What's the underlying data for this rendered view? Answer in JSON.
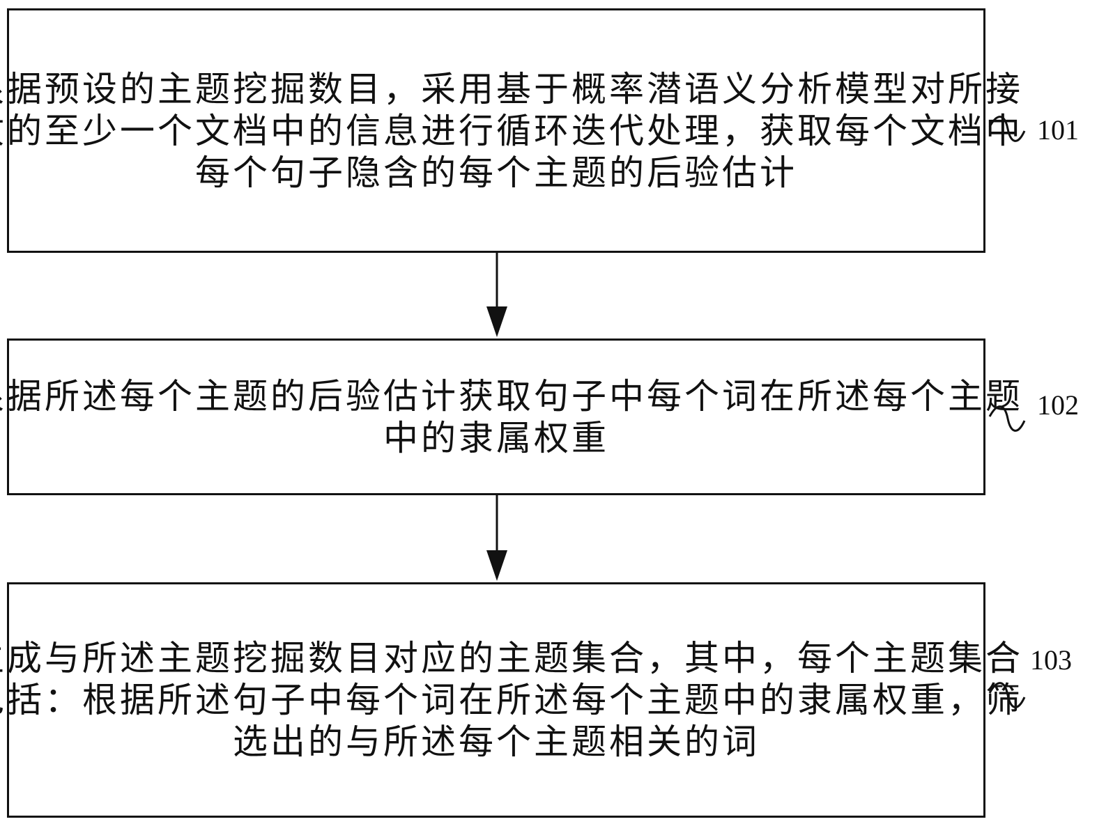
{
  "steps": [
    {
      "id": "101",
      "lines": [
        "根据预设的主题挖掘数目，采用基于概率潜语义分析模型对所接",
        "收的至少一个文档中的信息进行循环迭代处理，获取每个文档中",
        "每个句子隐含的每个主题的后验估计"
      ]
    },
    {
      "id": "102",
      "lines": [
        "根据所述每个主题的后验估计获取句子中每个词在所述每个主题",
        "中的隶属权重"
      ]
    },
    {
      "id": "103",
      "lines": [
        "生成与所述主题挖掘数目对应的主题集合，其中，每个主题集合",
        "包括：根据所述句子中每个词在所述每个主题中的隶属权重，筛",
        "选出的与所述每个主题相关的词"
      ]
    }
  ]
}
